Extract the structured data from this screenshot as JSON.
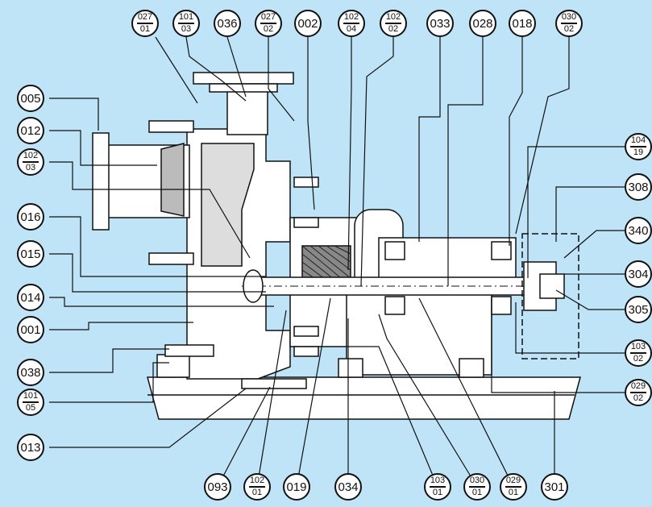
{
  "labels": {
    "b005": "005",
    "b012": "012",
    "b102_03": {
      "n": "102",
      "d": "03"
    },
    "b016": "016",
    "b015": "015",
    "b014": "014",
    "b001": "001",
    "b038": "038",
    "b101_05": {
      "n": "101",
      "d": "05"
    },
    "b013": "013",
    "b027_01": {
      "n": "027",
      "d": "01"
    },
    "b101_03": {
      "n": "101",
      "d": "03"
    },
    "b036": "036",
    "b027_02": {
      "n": "027",
      "d": "02"
    },
    "b002": "002",
    "b102_04": {
      "n": "102",
      "d": "04"
    },
    "b102_02": {
      "n": "102",
      "d": "02"
    },
    "b033": "033",
    "b028": "028",
    "b018": "018",
    "b030_02": {
      "n": "030",
      "d": "02"
    },
    "b104_19": {
      "n": "104",
      "d": "19"
    },
    "b308": "308",
    "b340": "340",
    "b304": "304",
    "b305": "305",
    "b103_02": {
      "n": "103",
      "d": "02"
    },
    "b029_02": {
      "n": "029",
      "d": "02"
    },
    "b093": "093",
    "b102_01": {
      "n": "102",
      "d": "01"
    },
    "b019": "019",
    "b034": "034",
    "b103_01": {
      "n": "103",
      "d": "01"
    },
    "b030_01": {
      "n": "030",
      "d": "01"
    },
    "b029_01": {
      "n": "029",
      "d": "01"
    },
    "b301": "301"
  }
}
